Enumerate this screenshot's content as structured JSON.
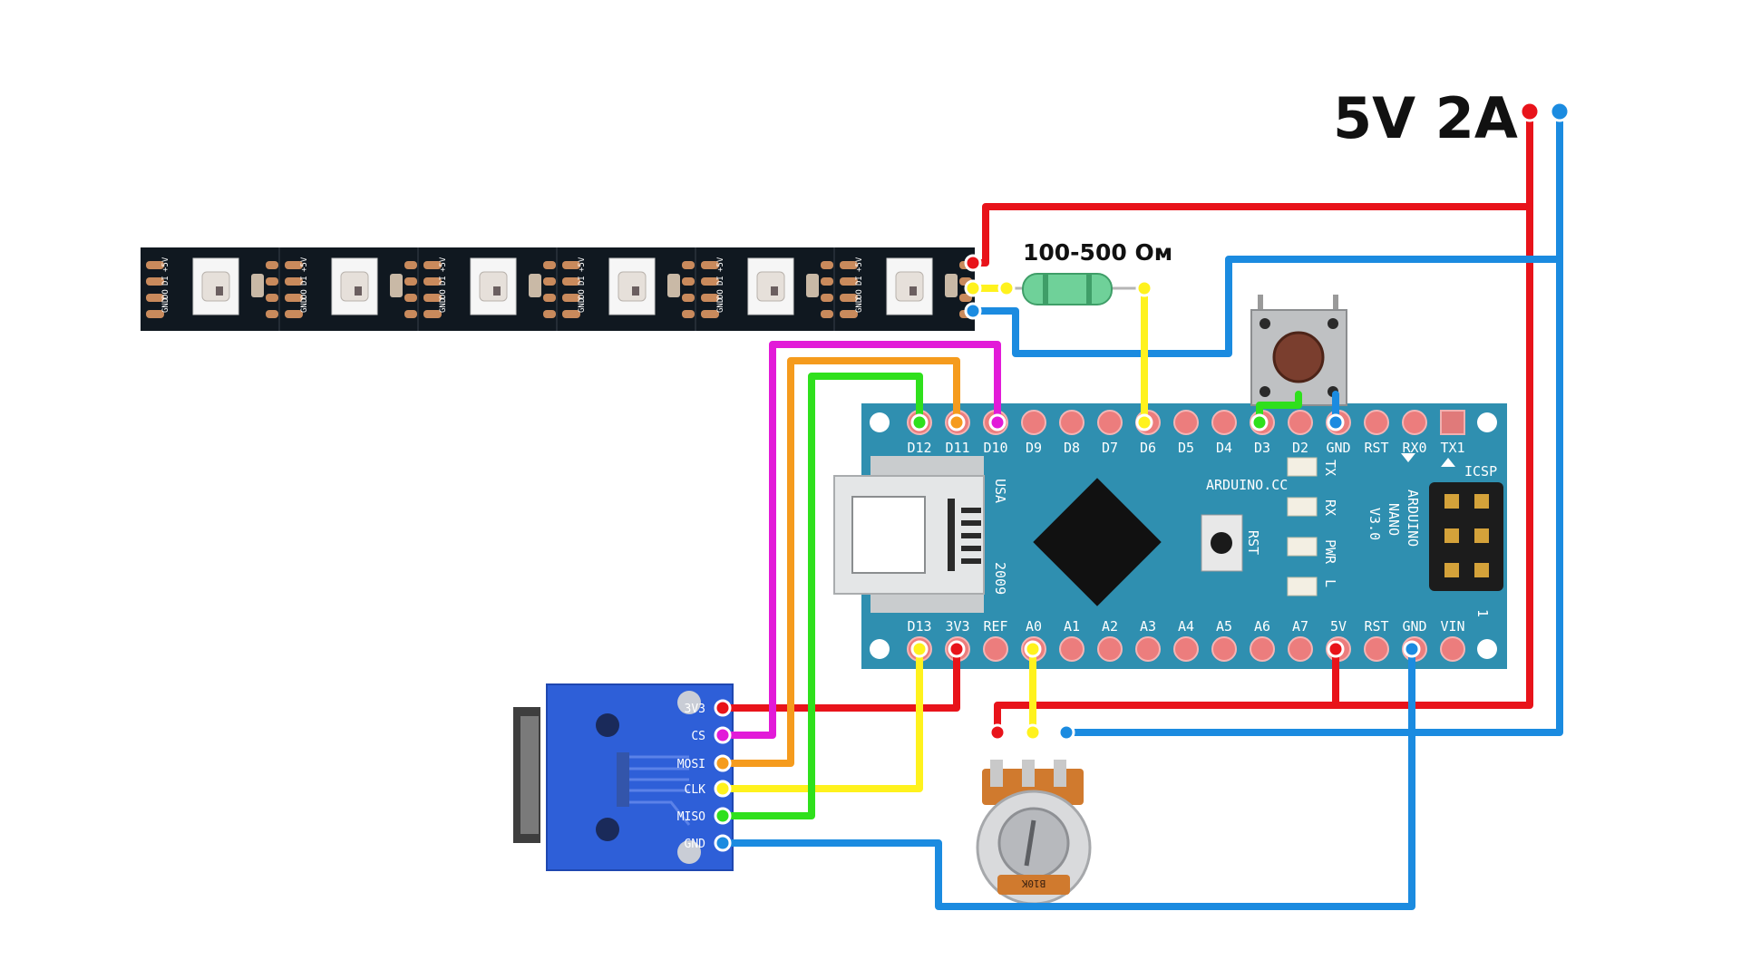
{
  "power": {
    "label": "5V 2A"
  },
  "resistor": {
    "label": "100-500 Ом"
  },
  "arduino": {
    "brand": "ARDUINO.CC",
    "model_lines": [
      "ARDUINO",
      "NANO",
      "V3.0"
    ],
    "usa": "USA",
    "year": "2009",
    "rst_label": "RST",
    "icsp": "ICSP",
    "icsp_num": "1",
    "top_pins": [
      "D12",
      "D11",
      "D10",
      "D9",
      "D8",
      "D7",
      "D6",
      "D5",
      "D4",
      "D3",
      "D2",
      "GND",
      "RST",
      "RX0",
      "TX1"
    ],
    "bottom_pins": [
      "D13",
      "3V3",
      "REF",
      "A0",
      "A1",
      "A2",
      "A3",
      "A4",
      "A5",
      "A6",
      "A7",
      "5V",
      "RST",
      "GND",
      "VIN"
    ],
    "leds": [
      "TX",
      "RX",
      "PWR",
      "L"
    ]
  },
  "sd_module": {
    "pins": [
      "3V3",
      "CS",
      "MOSI",
      "CLK",
      "MISO",
      "GND"
    ]
  },
  "led_strip": {
    "pad_labels": [
      "+5V",
      "DI",
      "DO",
      "GND"
    ],
    "segments": 6
  },
  "potentiometer": {
    "marking": "B10K"
  },
  "colors": {
    "power": "#e8131a",
    "ground": "#1b8be0",
    "data": "#fff21d",
    "miso": "#2fe01c",
    "mosi": "#f59b1d",
    "cs": "#e21ad8",
    "board": "#2f8fb0",
    "sd_board": "#2e5fd8"
  }
}
